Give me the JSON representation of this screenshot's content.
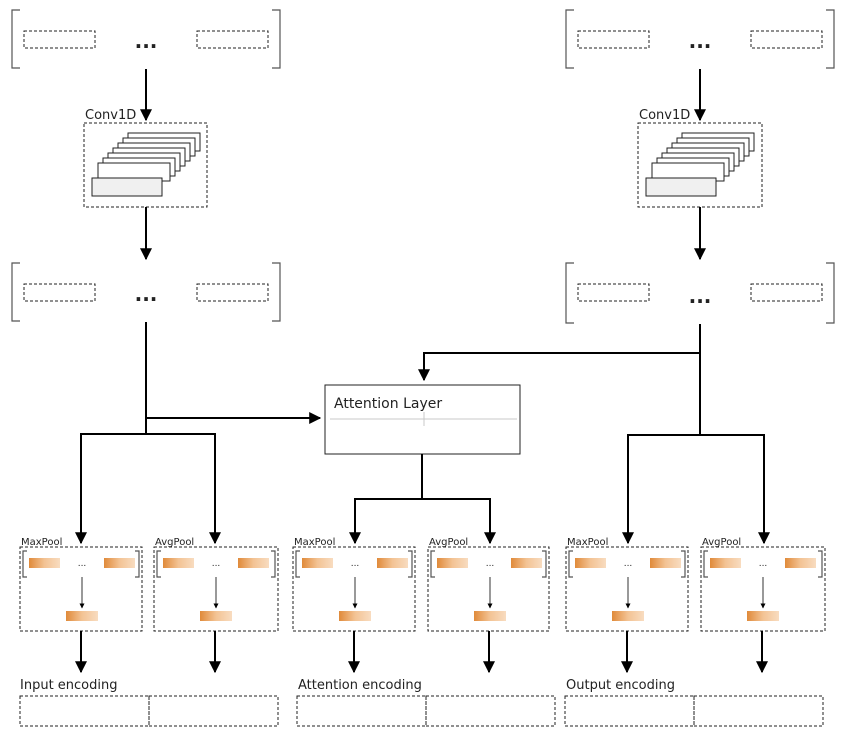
{
  "conv": {
    "label_left": "Conv1D",
    "label_right": "Conv1D"
  },
  "ellipsis": "...",
  "attention": {
    "label": "Attention Layer"
  },
  "pools": {
    "max": "MaxPool",
    "avg": "AvgPool",
    "dots": "..."
  },
  "encodings": {
    "input": "Input encoding",
    "attention": "Attention encoding",
    "output": "Output encoding"
  },
  "colors": {
    "stroke": "#000000",
    "cell_fill_gradient": [
      "#e59a4c",
      "#f7d8b8"
    ],
    "conv_layer_fill": "#f0f0f0"
  }
}
